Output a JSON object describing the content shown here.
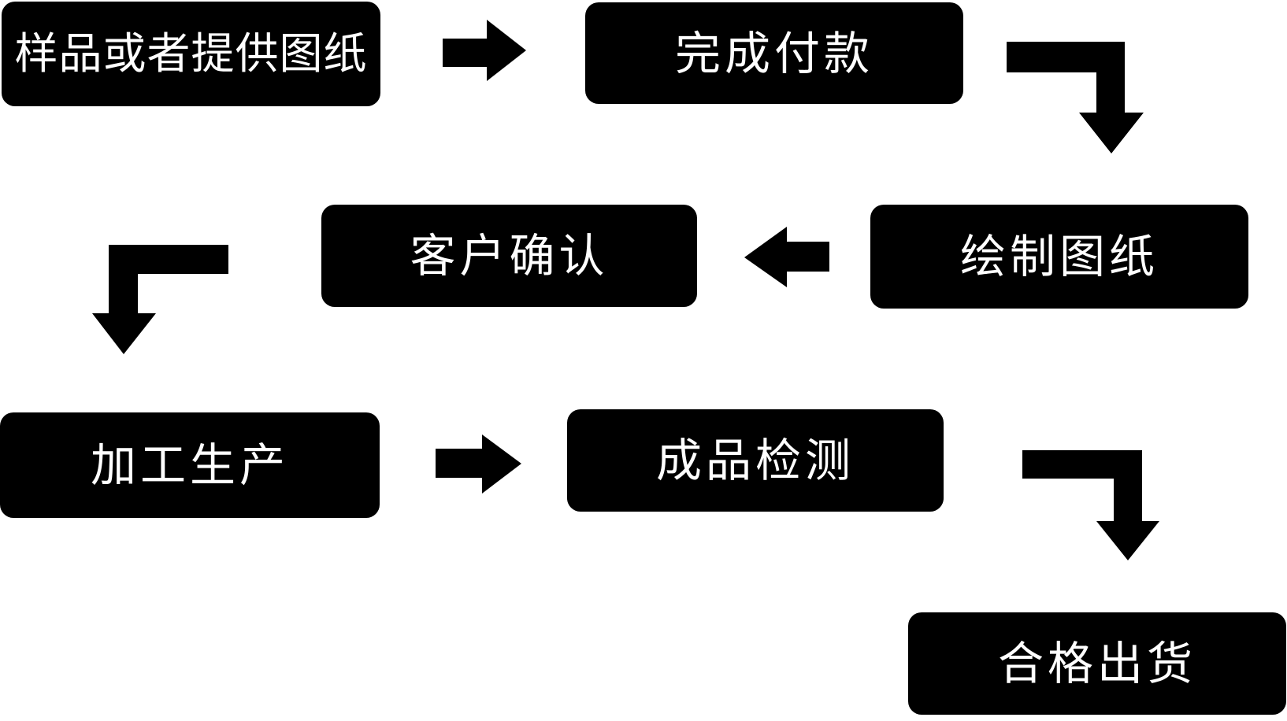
{
  "diagram": {
    "type": "flowchart",
    "background_color": "#ffffff",
    "node_fill_color": "#000000",
    "node_text_color": "#ffffff",
    "arrow_color": "#000000",
    "steps": [
      {
        "order": 1,
        "id": "sample-or-drawings",
        "label": "样品或者提供图纸"
      },
      {
        "order": 2,
        "id": "payment",
        "label": "完成付款"
      },
      {
        "order": 3,
        "id": "draw-drawings",
        "label": "绘制图纸"
      },
      {
        "order": 4,
        "id": "customer-confirm",
        "label": "客户确认"
      },
      {
        "order": 5,
        "id": "production",
        "label": "加工生产"
      },
      {
        "order": 6,
        "id": "inspection",
        "label": "成品检测"
      },
      {
        "order": 7,
        "id": "shipment",
        "label": "合格出货"
      }
    ],
    "connectors": [
      {
        "from": "样品或者提供图纸",
        "to": "完成付款",
        "shape": "straight-right"
      },
      {
        "from": "完成付款",
        "to": "绘制图纸",
        "shape": "elbow-right-down"
      },
      {
        "from": "绘制图纸",
        "to": "客户确认",
        "shape": "straight-left"
      },
      {
        "from": "客户确认",
        "to": "加工生产",
        "shape": "elbow-left-down"
      },
      {
        "from": "加工生产",
        "to": "成品检测",
        "shape": "straight-right"
      },
      {
        "from": "成品检测",
        "to": "合格出货",
        "shape": "elbow-right-down"
      }
    ]
  }
}
